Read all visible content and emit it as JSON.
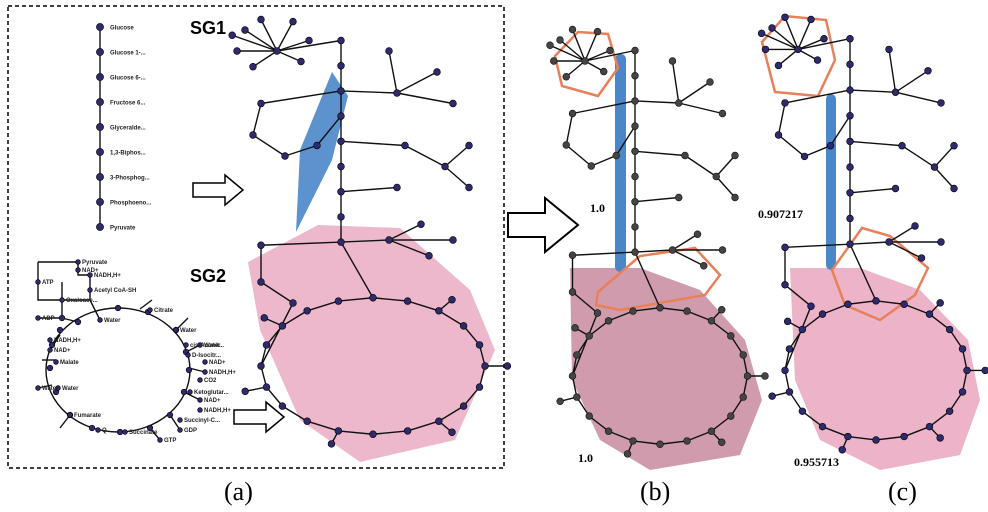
{
  "sg1_label": "SG1",
  "sg2_label": "SG2",
  "glycolysis_nodes": [
    "Glucose",
    "Glucose 1-...",
    "Glucose 6-...",
    "Fructose 6...",
    "Glyceralde...",
    "1,3-Biphos...",
    "3-Phosphog...",
    "Phosphoeno...",
    "Pyruvate"
  ],
  "tca_labels": [
    "Pyruvate",
    "NAD+",
    "NADH,H+",
    "Acetyl CoA-SH",
    "ATP",
    "ADP",
    "Oxaloace...",
    "Water",
    "Citrate",
    "Water",
    "cis-Aconit...",
    "Water",
    "D-Isocitr...",
    "NAD+",
    "NADH,H+",
    "CO2",
    "Ketoglutar...",
    "NAD+",
    "NADH,H+",
    "Succinyl-C...",
    "GDP",
    "GTP",
    "Succinate",
    "Q",
    "Fumarate",
    "Water",
    "Malate",
    "NAD+",
    "NADH,H+",
    "Water"
  ],
  "panel_labels": [
    "(a)",
    "(b)",
    "(c)"
  ],
  "scores": {
    "b_top": "1.0",
    "b_bottom": "1.0",
    "c_top": "0.907217",
    "c_bottom": "0.955713"
  },
  "colors": {
    "blue_region": "#4a86c8",
    "pink_region": "#e9a6bf",
    "pink_dark": "#c98aa0",
    "orange_outline": "#e8805a",
    "node_blue": "#2e2a6e",
    "node_gray": "#444444"
  }
}
